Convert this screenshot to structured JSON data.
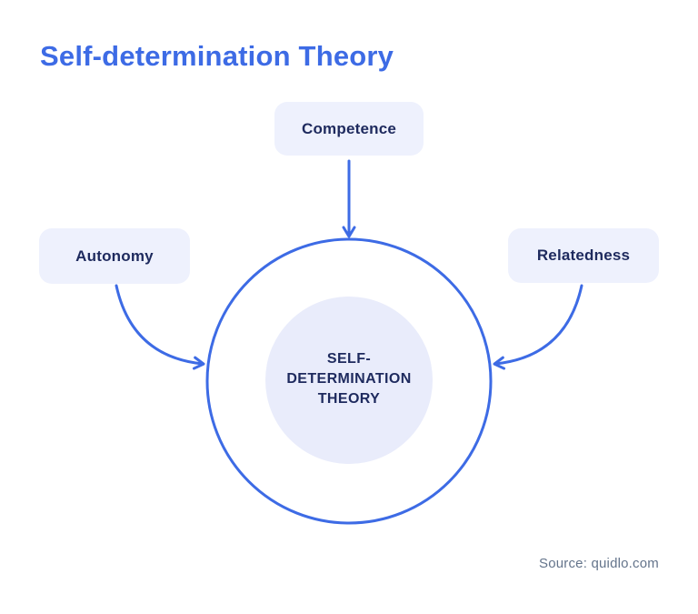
{
  "page": {
    "title": "Self-determination Theory",
    "source": "Source: quidlo.com"
  },
  "colors": {
    "accent_blue": "#3D6BE5",
    "node_box_bg": "#EEF1FD",
    "inner_circle_bg": "#E9ECFB",
    "dark_navy_text": "#1E2A5E",
    "source_text_gray": "#64748B",
    "background": "#FFFFFF"
  },
  "diagram": {
    "nodes": [
      {
        "id": "competence",
        "label": "Competence"
      },
      {
        "id": "autonomy",
        "label": "Autonomy"
      },
      {
        "id": "relatedness",
        "label": "Relatedness"
      }
    ],
    "center": {
      "lines": [
        "SELF-",
        "DETERMINATION",
        "THEORY"
      ]
    }
  }
}
